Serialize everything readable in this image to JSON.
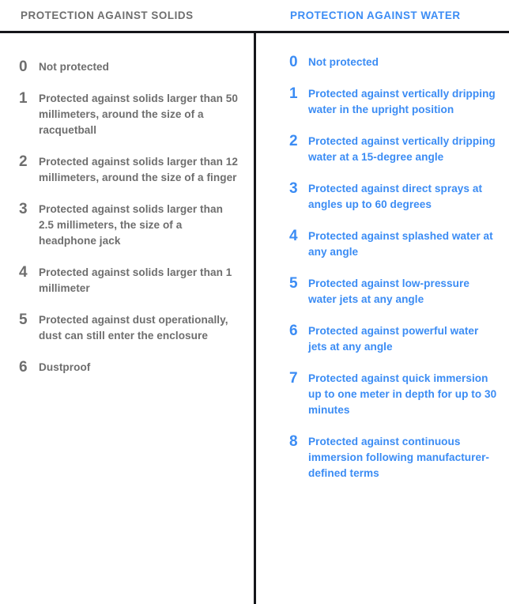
{
  "colors": {
    "solids_text": "#6e6e6e",
    "water_text": "#3b8cf4",
    "rule": "#15161a",
    "background": "#ffffff"
  },
  "columns": {
    "solids": {
      "header": "PROTECTION AGAINST SOLIDS",
      "entries": [
        {
          "code": "0",
          "description": "Not protected"
        },
        {
          "code": "1",
          "description": "Protected against solids larger than 50 millimeters, around the size of a racquetball"
        },
        {
          "code": "2",
          "description": "Protected against solids larger than 12 millimeters, around the size of a finger"
        },
        {
          "code": "3",
          "description": "Protected against solids larger than 2.5 millimeters, the size of a headphone jack"
        },
        {
          "code": "4",
          "description": "Protected against solids larger than 1 millimeter"
        },
        {
          "code": "5",
          "description": "Protected against dust operationally, dust can still enter the enclosure"
        },
        {
          "code": "6",
          "description": "Dustproof"
        }
      ]
    },
    "water": {
      "header": "PROTECTION AGAINST WATER",
      "entries": [
        {
          "code": "0",
          "description": "Not protected"
        },
        {
          "code": "1",
          "description": "Protected against vertically dripping water in the upright position"
        },
        {
          "code": "2",
          "description": "Protected against vertically dripping water at a 15-degree angle"
        },
        {
          "code": "3",
          "description": "Protected against direct sprays at angles up to 60 degrees"
        },
        {
          "code": "4",
          "description": "Protected against splashed water at any angle"
        },
        {
          "code": "5",
          "description": "Protected against low-pressure water jets at any angle"
        },
        {
          "code": "6",
          "description": "Protected against powerful water jets at any angle"
        },
        {
          "code": "7",
          "description": "Protected against quick immersion up to one meter in depth for up to 30 minutes"
        },
        {
          "code": "8",
          "description": "Protected against continuous immersion following manufacturer-defined terms"
        }
      ]
    }
  }
}
